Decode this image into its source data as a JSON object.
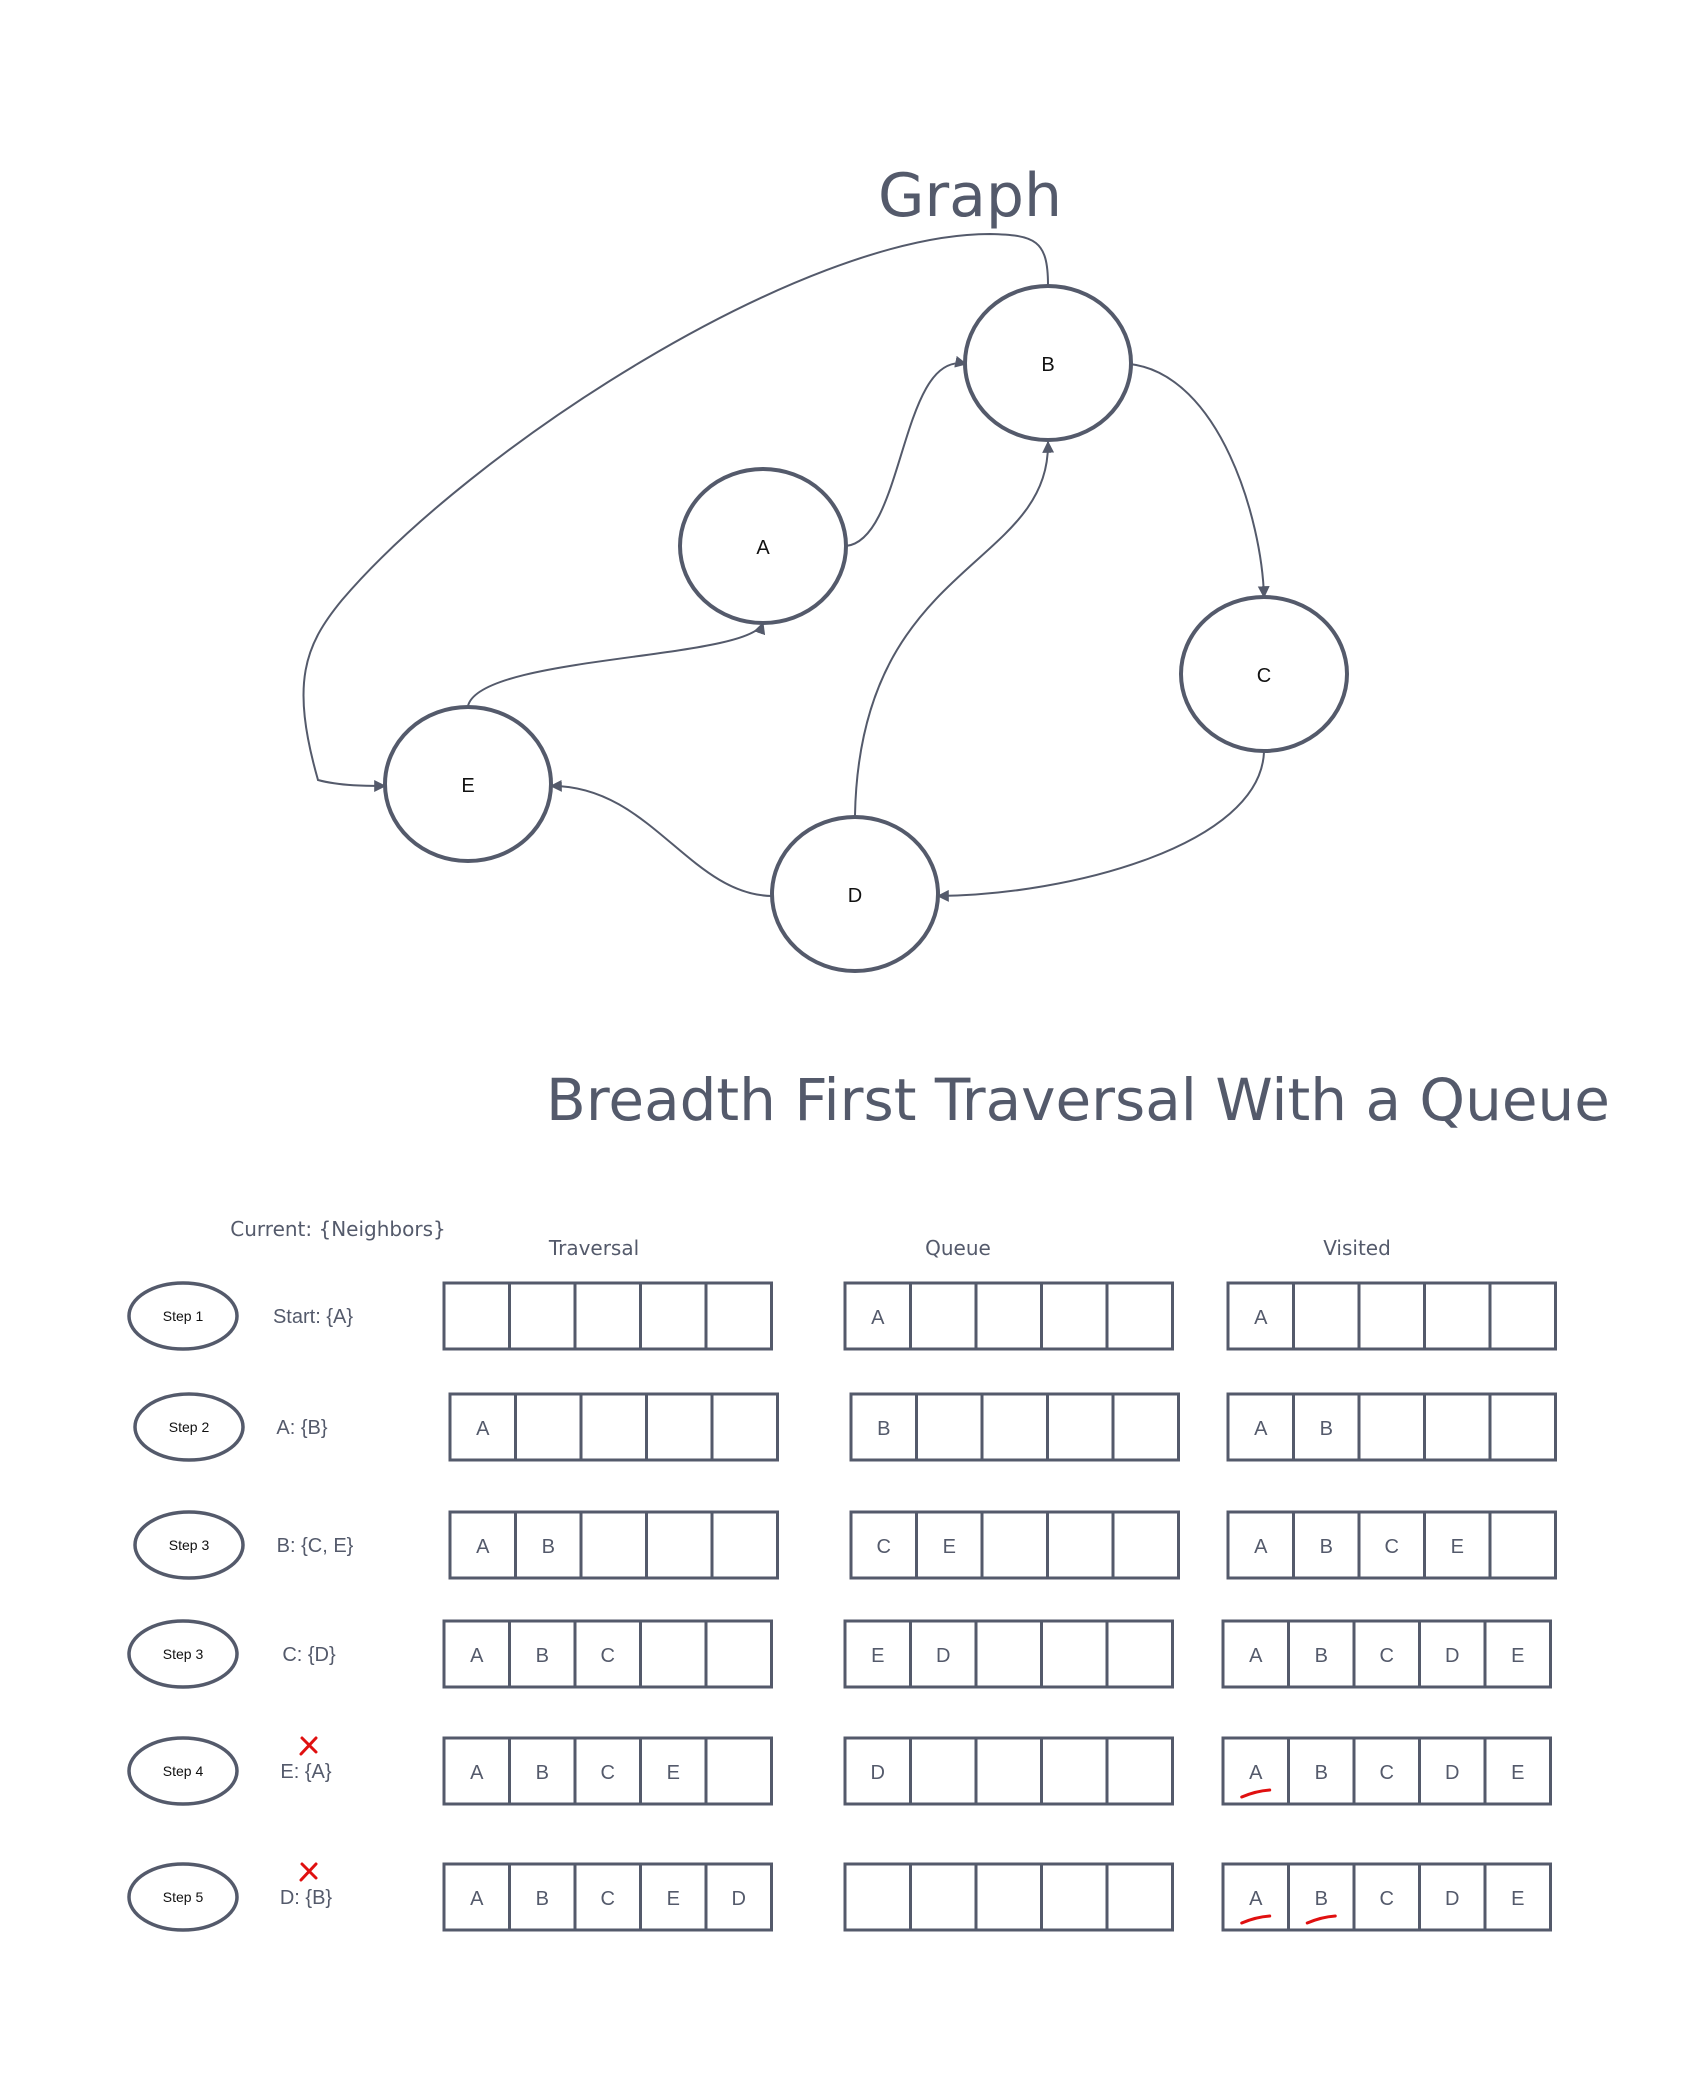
{
  "graph": {
    "title": "Graph",
    "nodes": [
      "A",
      "B",
      "C",
      "D",
      "E"
    ],
    "edges": [
      [
        "A",
        "B"
      ],
      [
        "B",
        "C"
      ],
      [
        "C",
        "D"
      ],
      [
        "D",
        "B"
      ],
      [
        "D",
        "E"
      ],
      [
        "E",
        "A"
      ],
      [
        "B",
        "E"
      ]
    ]
  },
  "section": {
    "title": "Breadth First Traversal With a Queue",
    "current_header": "Current: {Neighbors}",
    "traversal_header": "Traversal",
    "queue_header": "Queue",
    "visited_header": "Visited"
  },
  "steps": [
    {
      "step": "Step 1",
      "current": "Start: {A}",
      "traversal": [
        "",
        "",
        "",
        "",
        ""
      ],
      "queue": [
        "A",
        "",
        "",
        "",
        ""
      ],
      "visited": [
        "A",
        "",
        "",
        "",
        ""
      ],
      "crossed": false,
      "underlined": []
    },
    {
      "step": "Step 2",
      "current": "A: {B}",
      "traversal": [
        "A",
        "",
        "",
        "",
        ""
      ],
      "queue": [
        "B",
        "",
        "",
        "",
        ""
      ],
      "visited": [
        "A",
        "B",
        "",
        "",
        ""
      ],
      "crossed": false,
      "underlined": []
    },
    {
      "step": "Step 3",
      "current": "B: {C, E}",
      "traversal": [
        "A",
        "B",
        "",
        "",
        ""
      ],
      "queue": [
        "C",
        "E",
        "",
        "",
        ""
      ],
      "visited": [
        "A",
        "B",
        "C",
        "E",
        ""
      ],
      "crossed": false,
      "underlined": []
    },
    {
      "step": "Step 3",
      "current": "C: {D}",
      "traversal": [
        "A",
        "B",
        "C",
        "",
        ""
      ],
      "queue": [
        "E",
        "D",
        "",
        "",
        ""
      ],
      "visited": [
        "A",
        "B",
        "C",
        "D",
        "E"
      ],
      "crossed": false,
      "underlined": []
    },
    {
      "step": "Step 4",
      "current": "E: {A}",
      "traversal": [
        "A",
        "B",
        "C",
        "E",
        ""
      ],
      "queue": [
        "D",
        "",
        "",
        "",
        ""
      ],
      "visited": [
        "A",
        "B",
        "C",
        "D",
        "E"
      ],
      "crossed": true,
      "underlined": [
        0
      ]
    },
    {
      "step": "Step 5",
      "current": "D: {B}",
      "traversal": [
        "A",
        "B",
        "C",
        "E",
        "D"
      ],
      "queue": [
        "",
        "",
        "",
        "",
        ""
      ],
      "visited": [
        "A",
        "B",
        "C",
        "D",
        "E"
      ],
      "crossed": true,
      "underlined": [
        0,
        1
      ]
    }
  ],
  "colors": {
    "stroke": "#545a6b",
    "text": "#545a6b",
    "node_text": "#111111",
    "annotation": "#e01010",
    "background": "#ffffff"
  }
}
